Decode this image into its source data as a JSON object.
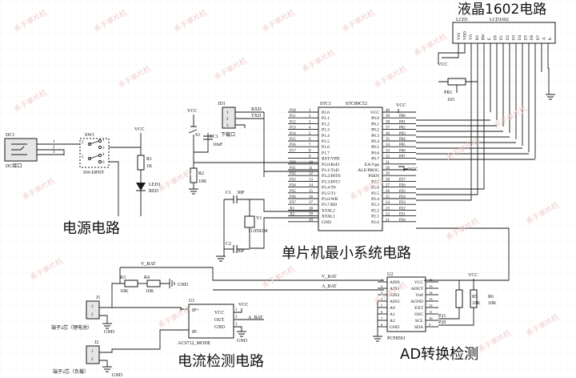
{
  "titles": {
    "lcd": "液晶1602电路",
    "power": "电源电路",
    "mcu": "单片机最小系统电路",
    "current": "电流检测电路",
    "adc": "AD转换检测"
  },
  "watermark": "禾子单片机",
  "lcd": {
    "ref": "LCD1",
    "model": "LCD1602",
    "pins": [
      "VSS",
      "VDD",
      "VO",
      "RS",
      "RW",
      "E",
      "D0",
      "D1",
      "D2",
      "D3",
      "D4",
      "D5",
      "D6",
      "D7",
      "A",
      "K"
    ],
    "pot_ref": "PR1",
    "pot_val": "103",
    "vcc": "VCC"
  },
  "mcu": {
    "ref": "STC1",
    "model": "STC89C52",
    "left_pins": [
      {
        "net": "P10",
        "num": "1",
        "name": "P1.0"
      },
      {
        "net": "P11",
        "num": "2",
        "name": "P1.1"
      },
      {
        "net": "P12",
        "num": "3",
        "name": "P1.2"
      },
      {
        "net": "P13",
        "num": "4",
        "name": "P1.3"
      },
      {
        "net": "P14",
        "num": "5",
        "name": "P1.4"
      },
      {
        "net": "P15",
        "num": "6",
        "name": "P1.5"
      },
      {
        "net": "P16",
        "num": "7",
        "name": "P1.6"
      },
      {
        "net": "P17",
        "num": "8",
        "name": "P1.7"
      },
      {
        "net": "",
        "num": "9",
        "name": "RST/VPD"
      },
      {
        "net": "P30",
        "num": "10",
        "name": "P3.0/RxD"
      },
      {
        "net": "P31",
        "num": "11",
        "name": "P3.1/TxD"
      },
      {
        "net": "P32",
        "num": "12",
        "name": "P3.2/INT0"
      },
      {
        "net": "P33",
        "num": "13",
        "name": "P3.3/INT1"
      },
      {
        "net": "P34",
        "num": "14",
        "name": "P3.4/T0"
      },
      {
        "net": "P35",
        "num": "15",
        "name": "P3.5/T1"
      },
      {
        "net": "P36",
        "num": "16",
        "name": "P3.6/WR"
      },
      {
        "net": "P37",
        "num": "17",
        "name": "P3.7/RD"
      },
      {
        "net": "X1",
        "num": "18",
        "name": "XTAL2"
      },
      {
        "net": "X2",
        "num": "19",
        "name": "XTAL1"
      },
      {
        "net": "",
        "num": "20",
        "name": "GND"
      }
    ],
    "right_pins": [
      {
        "name": "VCC",
        "num": "40",
        "net": ""
      },
      {
        "name": "P0.0",
        "num": "39",
        "net": "P00"
      },
      {
        "name": "P0.1",
        "num": "38",
        "net": "P01"
      },
      {
        "name": "P0.2",
        "num": "37",
        "net": "P02"
      },
      {
        "name": "P0.3",
        "num": "36",
        "net": "P03"
      },
      {
        "name": "P0.4",
        "num": "35",
        "net": "P04"
      },
      {
        "name": "P0.5",
        "num": "34",
        "net": "P05"
      },
      {
        "name": "P0.6",
        "num": "33",
        "net": "P06"
      },
      {
        "name": "P0.7",
        "num": "32",
        "net": "P07"
      },
      {
        "name": "EA/Vpp",
        "num": "31",
        "net": ""
      },
      {
        "name": "ALE/PROG",
        "num": "30",
        "net": ""
      },
      {
        "name": "PSEN",
        "num": "29",
        "net": ""
      },
      {
        "name": "P2.7",
        "num": "28",
        "net": "P27"
      },
      {
        "name": "P2.6",
        "num": "27",
        "net": "P26"
      },
      {
        "name": "P2.5",
        "num": "26",
        "net": "P25"
      },
      {
        "name": "P2.4",
        "num": "25",
        "net": "P24"
      },
      {
        "name": "P2.3",
        "num": "24",
        "net": "P23"
      },
      {
        "name": "P2.2",
        "num": "23",
        "net": "P22"
      },
      {
        "name": "P2.1",
        "num": "22",
        "net": "P21"
      },
      {
        "name": "P2.0",
        "num": "21",
        "net": "P20"
      }
    ],
    "rxd": "RXD",
    "txd": "TXD",
    "vcc": "VCC"
  },
  "power": {
    "dc_ref": "DC1",
    "dc_label": "DC接口",
    "sw_ref": "SW1",
    "sw_type": "SW-DPDT",
    "r1_ref": "R1",
    "r1_val": "1K",
    "led_ref": "LED1",
    "led_color": "RED",
    "vcc": "VCC",
    "dc_pins": [
      "1",
      "2",
      "3"
    ],
    "sw_pins": [
      "2",
      "1",
      "3",
      "5",
      "4",
      "6"
    ]
  },
  "reset": {
    "jd_ref": "JD1",
    "jd_label": "下载口",
    "jd_pins": [
      "1",
      "2",
      "3"
    ],
    "s1": "S1",
    "ec": "EC1",
    "ec_val": "10uF",
    "r2_ref": "R2",
    "r2_val": "10K",
    "vcc": "VCC",
    "rxd": "RXD",
    "txd": "TXD"
  },
  "crystal": {
    "c1": "C1",
    "c1_val": "30P",
    "c2": "C2",
    "c2_val": "30P",
    "y": "Y1",
    "y_val": "11.0592M"
  },
  "current": {
    "vbat": "V_BAT",
    "abat": "A_BAT",
    "r3": "R3",
    "r3_val": "10K",
    "r4": "R4",
    "r4_val": "10K",
    "gnd": "GND",
    "u1_ref": "U1",
    "u1_model": "ACS712_MODE",
    "u1_pins_left": [
      "IP+",
      "IP-"
    ],
    "u1_pins_right": [
      "VCC",
      "OUT",
      "GND"
    ],
    "u1_nums": [
      "1",
      "2",
      "3",
      "4"
    ],
    "vcc": "VCC",
    "j1": "J1",
    "j1_label": "端子2芯（锂电池）",
    "j2": "J2",
    "j2_label": "端子2芯（负载）",
    "j_pins": [
      "1",
      "2"
    ]
  },
  "adc": {
    "u2_ref": "U2",
    "u2_model": "PCF8591",
    "left_pins": [
      "AIN0",
      "AIN1",
      "AIN2",
      "AIN3",
      "A0",
      "A1",
      "A2",
      "GND"
    ],
    "left_nums": [
      "1",
      "2",
      "3",
      "4",
      "5",
      "6",
      "7",
      "8"
    ],
    "right_pins": [
      "VCC",
      "AOUT",
      "Vref",
      "AGND",
      "EXT",
      "OSC",
      "SCL",
      "SDA"
    ],
    "right_nums": [
      "16",
      "15",
      "14",
      "13",
      "12",
      "11",
      "10",
      "9"
    ],
    "vbat": "V_BAT",
    "abat": "A_BAT",
    "r5": "R5",
    "r5_val": "10K",
    "r6": "R6",
    "r6_val": "10K",
    "p21": "P21",
    "p20": "P20",
    "vcc": "VCC"
  }
}
